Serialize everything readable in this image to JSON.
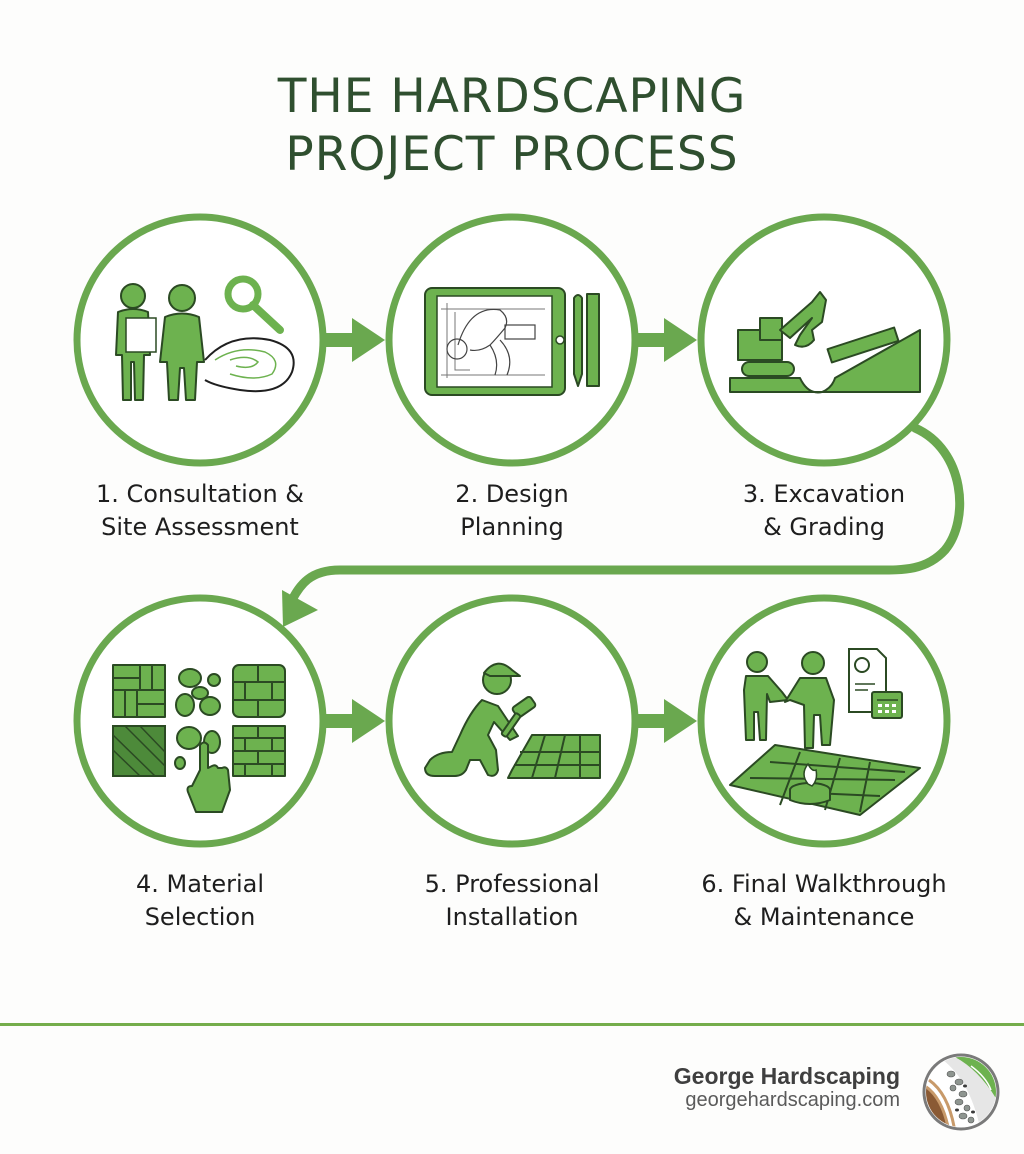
{
  "title": {
    "line1": "THE HARDSCAPING",
    "line2": "PROJECT PROCESS"
  },
  "colors": {
    "accent_green": "#6aa84f",
    "icon_fill": "#6db24f",
    "icon_outline": "#2b4a23",
    "title_text": "#2f4f2f",
    "divider": "#74ad4b"
  },
  "steps": [
    {
      "number": "1",
      "line1": "1. Consultation &",
      "line2": "Site Assessment",
      "icon": "consultation-magnifier-icon"
    },
    {
      "number": "2",
      "line1": "2. Design",
      "line2": "Planning",
      "icon": "tablet-blueprint-icon"
    },
    {
      "number": "3",
      "line1": "3. Excavation",
      "line2": "& Grading",
      "icon": "excavator-level-icon"
    },
    {
      "number": "4",
      "line1": "4. Material",
      "line2": "Selection",
      "icon": "paver-samples-hand-icon"
    },
    {
      "number": "5",
      "line1": "5. Professional",
      "line2": "Installation",
      "icon": "worker-laying-pavers-icon"
    },
    {
      "number": "6",
      "line1": "6. Final Walkthrough",
      "line2": "& Maintenance",
      "icon": "handshake-patio-schedule-icon"
    }
  ],
  "footer": {
    "brand_name": "George Hardscaping",
    "brand_url": "georgehardscaping.com",
    "logo_icon": "stone-leaf-logo-icon"
  }
}
